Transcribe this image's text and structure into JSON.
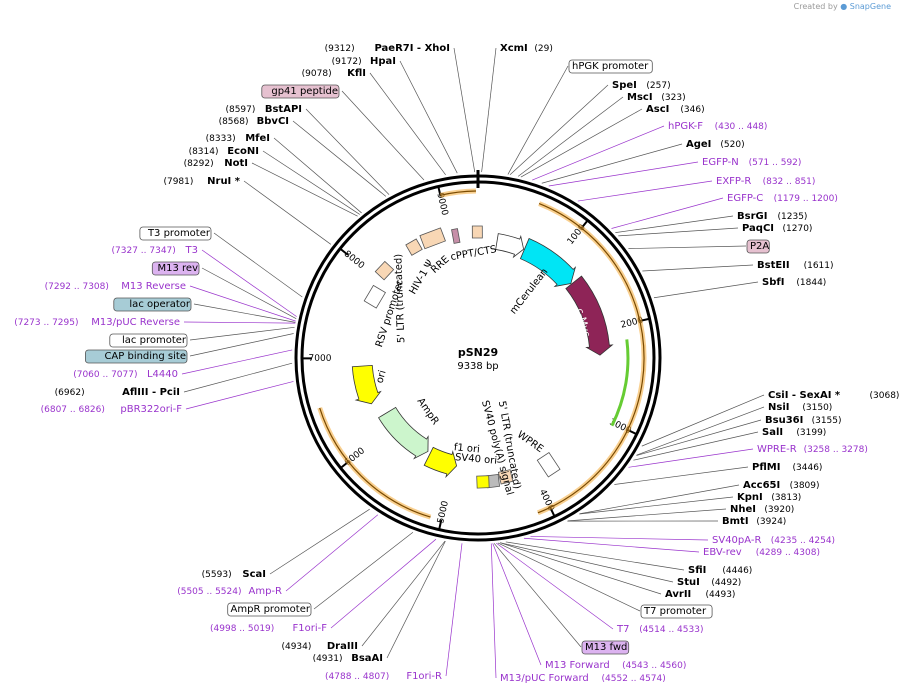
{
  "watermark": {
    "prefix": "Created by",
    "brand": "SnapGene"
  },
  "plasmid": {
    "name": "pSN29",
    "length": "9338 bp",
    "total_bp": 9338
  },
  "colors": {
    "enzyme": "#000000",
    "primer": "#9933cc",
    "backbone": "#000000",
    "orf_orange": "#f4a935",
    "mcerulean": "#00e5f5",
    "cmyc": "#8e2457",
    "ampr": "#ccf5cc",
    "ori_yellow": "#ffff00",
    "f1ori_yellow": "#ffff00",
    "green_line": "#66cc33"
  },
  "ticks": [
    {
      "label": "1000"
    },
    {
      "label": "2000"
    },
    {
      "label": "3000"
    },
    {
      "label": "4000"
    },
    {
      "label": "5000"
    },
    {
      "label": "6000"
    },
    {
      "label": "7000"
    },
    {
      "label": "8000"
    },
    {
      "label": "9000"
    }
  ],
  "inner_features": [
    {
      "label": "mCerulean"
    },
    {
      "label": "c-Myc"
    },
    {
      "label": "WPRE"
    },
    {
      "label": "5' LTR (truncated)"
    },
    {
      "label": "SV40 poly(A) signal"
    },
    {
      "label": "SV40 ori"
    },
    {
      "label": "f1 ori"
    },
    {
      "label": "AmpR"
    },
    {
      "label": "ori"
    },
    {
      "label": "RSV promoter"
    },
    {
      "label": "5' LTR (truncated)"
    },
    {
      "label": "HIV-1 Ψ"
    },
    {
      "label": "RRE"
    },
    {
      "label": "cPPT/CTS"
    }
  ],
  "right_labels": [
    {
      "text": "XcmI",
      "pos": "(29)",
      "kind": "enzyme"
    },
    {
      "text": "hPGK promoter",
      "kind": "feature_box"
    },
    {
      "text": "SpeI",
      "pos": "(257)",
      "kind": "enzyme"
    },
    {
      "text": "MscI",
      "pos": "(323)",
      "kind": "enzyme"
    },
    {
      "text": "AscI",
      "pos": "(346)",
      "kind": "enzyme"
    },
    {
      "text": "hPGK-F",
      "pos": "(430 .. 448)",
      "kind": "primer"
    },
    {
      "text": "AgeI",
      "pos": "(520)",
      "kind": "enzyme"
    },
    {
      "text": "EGFP-N",
      "pos": "(571 .. 592)",
      "kind": "primer"
    },
    {
      "text": "EXFP-R",
      "pos": "(832 .. 851)",
      "kind": "primer"
    },
    {
      "text": "EGFP-C",
      "pos": "(1179 .. 1200)",
      "kind": "primer"
    },
    {
      "text": "BsrGI",
      "pos": "(1235)",
      "kind": "enzyme"
    },
    {
      "text": "PaqCI",
      "pos": "(1270)",
      "kind": "enzyme"
    },
    {
      "text": "P2A",
      "kind": "feature_pink"
    },
    {
      "text": "BstEII",
      "pos": "(1611)",
      "kind": "enzyme"
    },
    {
      "text": "SbfI",
      "pos": "(1844)",
      "kind": "enzyme"
    },
    {
      "text": "CsiI  - SexAI *",
      "pos": "(3068)",
      "kind": "enzyme"
    },
    {
      "text": "NsiI",
      "pos": "(3150)",
      "kind": "enzyme"
    },
    {
      "text": "Bsu36I",
      "pos": "(3155)",
      "kind": "enzyme"
    },
    {
      "text": "SalI",
      "pos": "(3199)",
      "kind": "enzyme"
    },
    {
      "text": "WPRE-R",
      "pos": "(3258 .. 3278)",
      "kind": "primer"
    },
    {
      "text": "PflMI",
      "pos": "(3446)",
      "kind": "enzyme"
    },
    {
      "text": "Acc65I",
      "pos": "(3809)",
      "kind": "enzyme"
    },
    {
      "text": "KpnI",
      "pos": "(3813)",
      "kind": "enzyme"
    },
    {
      "text": "NheI",
      "pos": "(3920)",
      "kind": "enzyme"
    },
    {
      "text": "BmtI",
      "pos": "(3924)",
      "kind": "enzyme"
    },
    {
      "text": "SV40pA-R",
      "pos": "(4235 .. 4254)",
      "kind": "primer"
    },
    {
      "text": "EBV-rev",
      "pos": "(4289 .. 4308)",
      "kind": "primer"
    },
    {
      "text": "SfiI",
      "pos": "(4446)",
      "kind": "enzyme"
    },
    {
      "text": "StuI",
      "pos": "(4492)",
      "kind": "enzyme"
    },
    {
      "text": "AvrII",
      "pos": "(4493)",
      "kind": "enzyme"
    },
    {
      "text": "T7 promoter",
      "kind": "feature_box"
    },
    {
      "text": "T7",
      "pos": "(4514 .. 4533)",
      "kind": "primer"
    },
    {
      "text": "M13 fwd",
      "kind": "feature_violet"
    },
    {
      "text": "M13 Forward",
      "pos": "(4543 .. 4560)",
      "kind": "primer"
    },
    {
      "text": "M13/pUC Forward",
      "pos": "(4552 .. 4574)",
      "kind": "primer"
    }
  ],
  "left_labels": [
    {
      "text": "PaeR7I  - XhoI",
      "pos": "(9312)",
      "kind": "enzyme"
    },
    {
      "text": "HpaI",
      "pos": "(9172)",
      "kind": "enzyme"
    },
    {
      "text": "KflI",
      "pos": "(9078)",
      "kind": "enzyme"
    },
    {
      "text": "gp41 peptide",
      "kind": "feature_pink"
    },
    {
      "text": "BstAPI",
      "pos": "(8597)",
      "kind": "enzyme"
    },
    {
      "text": "BbvCI",
      "pos": "(8568)",
      "kind": "enzyme"
    },
    {
      "text": "MfeI",
      "pos": "(8333)",
      "kind": "enzyme"
    },
    {
      "text": "EcoNI",
      "pos": "(8314)",
      "kind": "enzyme"
    },
    {
      "text": "NotI",
      "pos": "(8292)",
      "kind": "enzyme"
    },
    {
      "text": "NruI *",
      "pos": "(7981)",
      "kind": "enzyme"
    },
    {
      "text": "T3 promoter",
      "kind": "feature_box"
    },
    {
      "text": "T3",
      "pos": "(7327 .. 7347)",
      "kind": "primer"
    },
    {
      "text": "M13 rev",
      "kind": "feature_violet"
    },
    {
      "text": "M13 Reverse",
      "pos": "(7292 .. 7308)",
      "kind": "primer"
    },
    {
      "text": "lac operator",
      "kind": "feature_teal"
    },
    {
      "text": "M13/pUC Reverse",
      "pos": "(7273 .. 7295)",
      "kind": "primer"
    },
    {
      "text": "lac promoter",
      "kind": "feature_box"
    },
    {
      "text": "CAP binding site",
      "kind": "feature_teal"
    },
    {
      "text": "L4440",
      "pos": "(7060 .. 7077)",
      "kind": "primer"
    },
    {
      "text": "AflIII  - PciI",
      "pos": "(6962)",
      "kind": "enzyme"
    },
    {
      "text": "pBR322ori-F",
      "pos": "(6807 .. 6826)",
      "kind": "primer"
    },
    {
      "text": "ScaI",
      "pos": "(5593)",
      "kind": "enzyme"
    },
    {
      "text": "Amp-R",
      "pos": "(5505 .. 5524)",
      "kind": "primer"
    },
    {
      "text": "AmpR promoter",
      "kind": "feature_box"
    },
    {
      "text": "F1ori-F",
      "pos": "(4998 .. 5019)",
      "kind": "primer"
    },
    {
      "text": "DraIII",
      "pos": "(4934)",
      "kind": "enzyme"
    },
    {
      "text": "BsaAI",
      "pos": "(4931)",
      "kind": "enzyme"
    },
    {
      "text": "F1ori-R",
      "pos": "(4788 .. 4807)",
      "kind": "primer"
    }
  ]
}
